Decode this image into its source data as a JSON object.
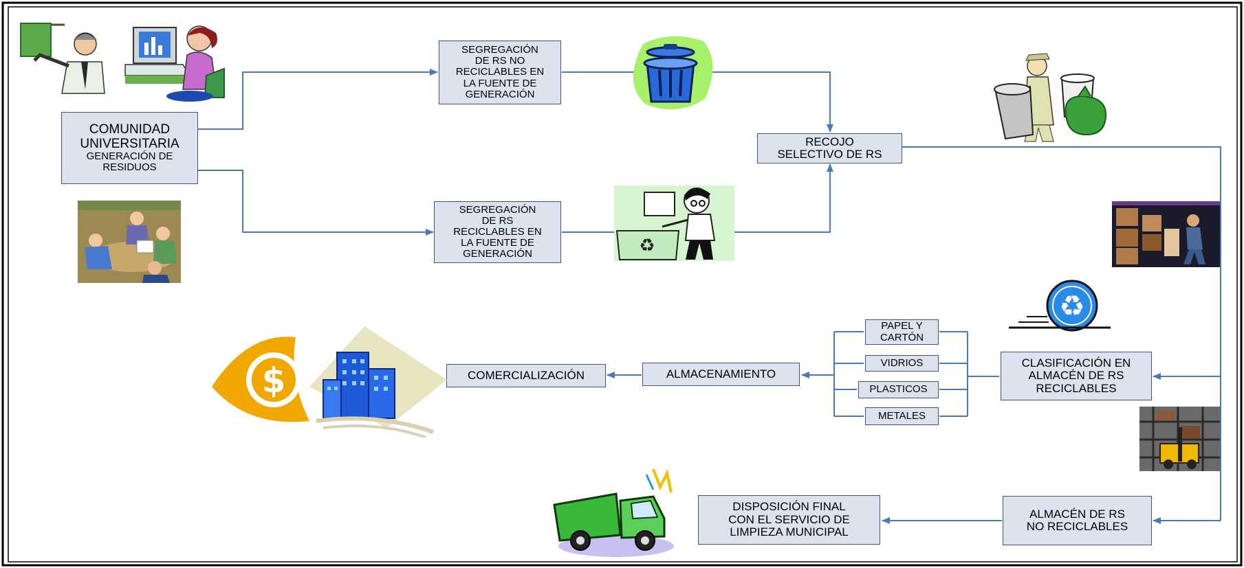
{
  "colors": {
    "line": "#4a78b8",
    "box_fill": "#dde3ee",
    "box_border": "#44536e"
  },
  "nodes": {
    "comunidad": {
      "title": "COMUNIDAD\nUNIVERSITARIA",
      "subtitle": "GENERACIÓN DE\nRESIDUOS"
    },
    "seg_no_rec": "SEGREGACIÓN\nDE RS NO\nRECICLABLES EN\nLA FUENTE DE\nGENERACIÓN",
    "seg_rec": "SEGREGACIÓN\nDE RS\nRECICLABLES EN\nLA FUENTE DE\nGENERACIÓN",
    "recojo": "RECOJO\nSELECTIVO DE RS",
    "clasificacion": "CLASIFICACIÓN EN\nALMACÉN DE RS\nRECICLABLES",
    "papel": "PAPEL Y\nCARTÓN",
    "vidrios": "VIDRIOS",
    "plasticos": "PLASTICOS",
    "metales": "METALES",
    "almacenamiento": "ALMACENAMIENTO",
    "comercializacion": "COMERCIALIZACIÓN",
    "almacen_no_rec": "ALMACÉN DE RS\nNO RECICLABLES",
    "disposicion": "DISPOSICIÓN FINAL\nCON EL SERVICIO DE\nLIMPIEZA MUNICIPAL"
  },
  "clipart": {
    "teacher": "teacher-icon",
    "computer_user": "computer-user-icon",
    "meeting": "meeting-icon",
    "trash_can": "trash-can-icon",
    "recycling_person": "recycling-person-icon",
    "garbage_collector": "garbage-collector-icon",
    "warehouse_worker": "warehouse-worker-icon",
    "recycle_symbol": "recycle-icon",
    "forklift": "forklift-icon",
    "money_city": "money-city-icon",
    "garbage_truck": "garbage-truck-icon"
  }
}
